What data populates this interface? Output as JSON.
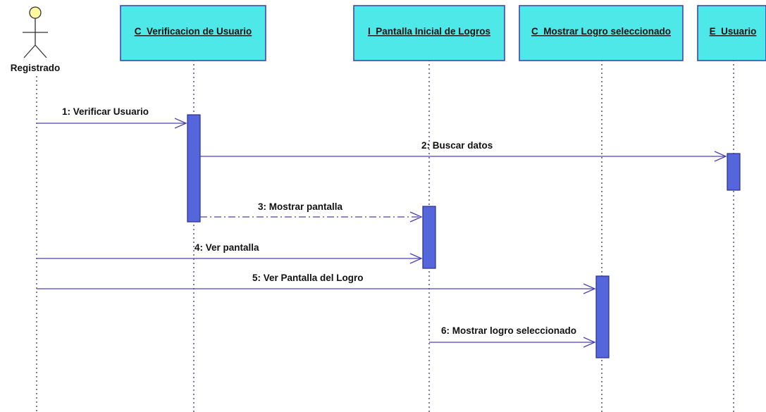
{
  "colors": {
    "box_fill": "#4fe8e8",
    "box_border": "#3b3aa8",
    "activation_fill": "#5566dd",
    "activation_border": "#2b2b90",
    "message_line": "#4a43b8",
    "lifeline": "#2a2a5a"
  },
  "actor": {
    "label": "Registrado",
    "icon": "stick-figure-actor-icon"
  },
  "participants": [
    {
      "id": "verificacion",
      "label": "C_Verificacion de Usuario"
    },
    {
      "id": "pantalla",
      "label": "I_Pantalla Inicial de Logros"
    },
    {
      "id": "mostrar",
      "label": "C_Mostrar Logro seleccionado"
    },
    {
      "id": "usuario",
      "label": "E_Usuario"
    }
  ],
  "messages": [
    {
      "label": "1: Verificar Usuario",
      "from": "actor",
      "to": "verificacion",
      "type": "call"
    },
    {
      "label": "2: Buscar datos",
      "from": "verificacion",
      "to": "usuario",
      "type": "call"
    },
    {
      "label": "3: Mostrar pantalla",
      "from": "verificacion",
      "to": "pantalla",
      "type": "return"
    },
    {
      "label": "4: Ver pantalla",
      "from": "actor",
      "to": "pantalla",
      "type": "call"
    },
    {
      "label": "5: Ver Pantalla del Logro",
      "from": "actor",
      "to": "mostrar",
      "type": "call"
    },
    {
      "label": "6: Mostrar logro seleccionado",
      "from": "pantalla",
      "to": "mostrar",
      "type": "call"
    }
  ]
}
